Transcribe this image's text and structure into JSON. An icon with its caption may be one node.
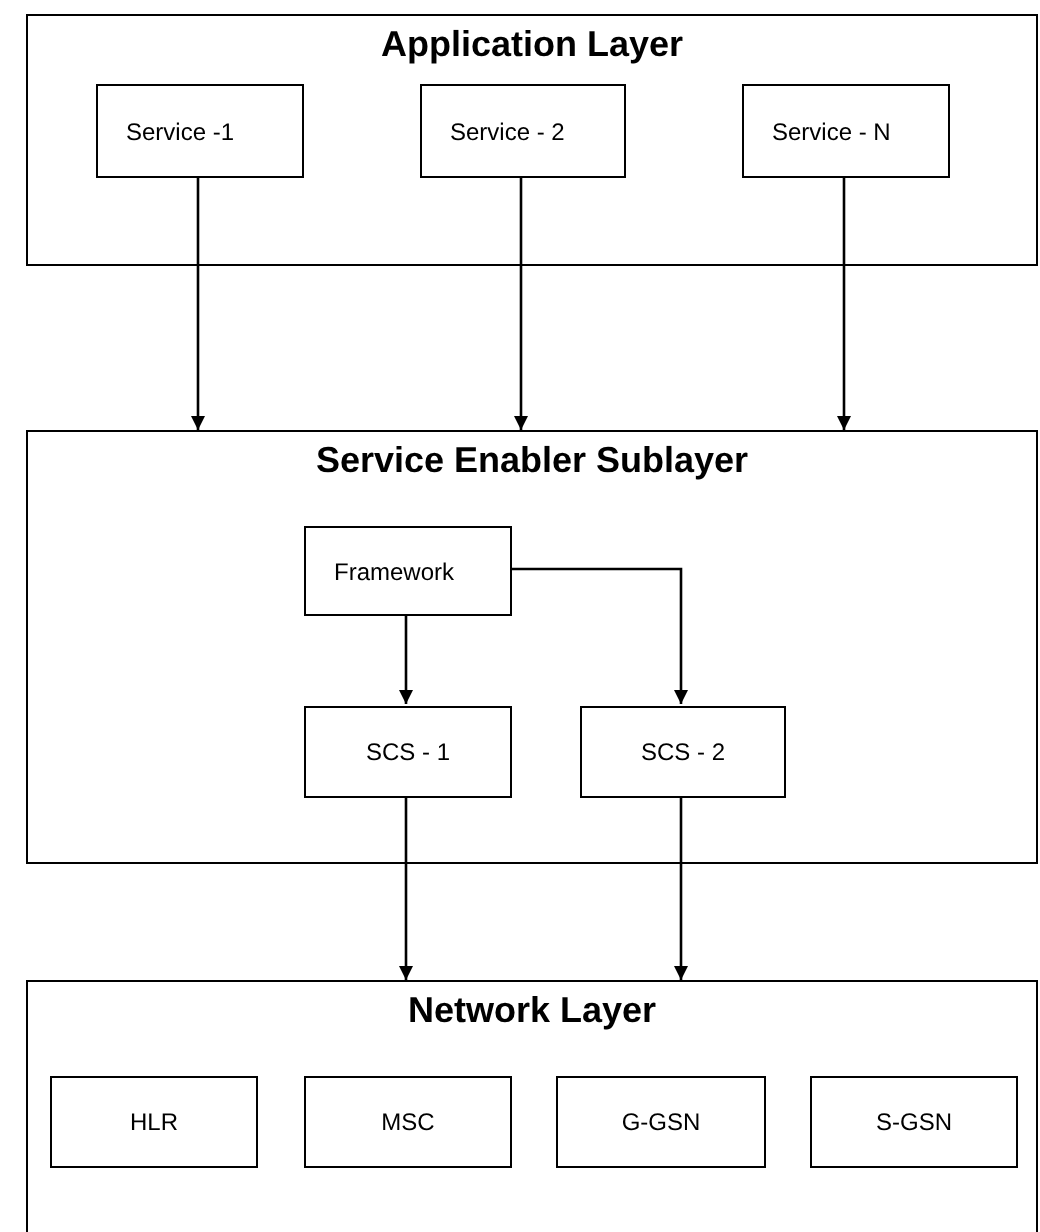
{
  "diagram": {
    "nodes": [
      {
        "text": [
          "Application Layer"
        ]
      },
      {
        "text": [
          "Service -1"
        ],
        "in": 0
      },
      {
        "text": [
          "Service - 2"
        ],
        "in": 0
      },
      {
        "text": [
          "Service - N"
        ],
        "in": 0
      },
      {
        "text": [
          "Service Enabler Sublayer"
        ]
      },
      {
        "text": [
          "Framework"
        ],
        "in": 4
      },
      {
        "text": [
          "SCS - 1"
        ],
        "in": 4
      },
      {
        "text": [
          "SCS - 2"
        ],
        "in": 4
      },
      {
        "text": [
          "Network Layer"
        ]
      },
      {
        "text": [
          "HLR"
        ],
        "in": 8
      },
      {
        "text": [
          "MSC"
        ],
        "in": 8
      },
      {
        "text": [
          "G-GSN"
        ],
        "in": 8
      },
      {
        "text": [
          "S-GSN"
        ],
        "in": 8
      }
    ],
    "edges": [
      {
        "from": 1,
        "to": 4,
        "arrow": "to"
      },
      {
        "from": 2,
        "to": 4,
        "arrow": "to"
      },
      {
        "from": 3,
        "to": 4,
        "arrow": "to"
      },
      {
        "from": 5,
        "to": 6,
        "arrow": "to"
      },
      {
        "from": 5,
        "to": 7,
        "arrow": "to"
      },
      {
        "from": 6,
        "to": 8,
        "arrow": "to"
      },
      {
        "from": 7,
        "to": 8,
        "arrow": "to"
      }
    ]
  }
}
